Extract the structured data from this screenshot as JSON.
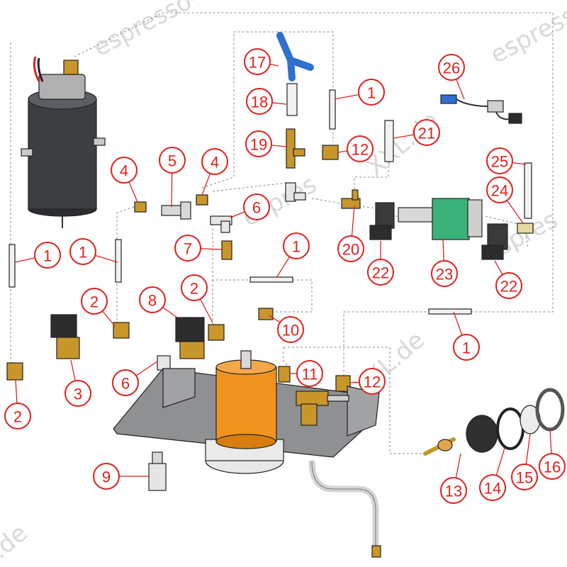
{
  "watermark": {
    "text": "espresso-xxl.de",
    "tokens": [
      "espresso-",
      "espresso",
      "XXL.de",
      "espres",
      "XXL.de",
      ".de",
      "espres",
      "espre"
    ]
  },
  "callouts": [
    {
      "id": "c17",
      "label": "17"
    },
    {
      "id": "c1a",
      "label": "1"
    },
    {
      "id": "c26",
      "label": "26"
    },
    {
      "id": "c18",
      "label": "18"
    },
    {
      "id": "c21",
      "label": "21"
    },
    {
      "id": "c19",
      "label": "19"
    },
    {
      "id": "c12a",
      "label": "12"
    },
    {
      "id": "c25",
      "label": "25"
    },
    {
      "id": "c4a",
      "label": "4"
    },
    {
      "id": "c5",
      "label": "5"
    },
    {
      "id": "c4b",
      "label": "4"
    },
    {
      "id": "c6a",
      "label": "6"
    },
    {
      "id": "c24",
      "label": "24"
    },
    {
      "id": "c20",
      "label": "20"
    },
    {
      "id": "c7",
      "label": "7"
    },
    {
      "id": "c1b",
      "label": "1"
    },
    {
      "id": "c1c",
      "label": "1"
    },
    {
      "id": "c1d",
      "label": "1"
    },
    {
      "id": "c22a",
      "label": "22"
    },
    {
      "id": "c23",
      "label": "23"
    },
    {
      "id": "c22b",
      "label": "22"
    },
    {
      "id": "c2a",
      "label": "2"
    },
    {
      "id": "c8",
      "label": "8"
    },
    {
      "id": "c2b",
      "label": "2"
    },
    {
      "id": "c10",
      "label": "10"
    },
    {
      "id": "c1e",
      "label": "1"
    },
    {
      "id": "c11",
      "label": "11"
    },
    {
      "id": "c12b",
      "label": "12"
    },
    {
      "id": "c3",
      "label": "3"
    },
    {
      "id": "c6b",
      "label": "6"
    },
    {
      "id": "c2c",
      "label": "2"
    },
    {
      "id": "c9",
      "label": "9"
    },
    {
      "id": "c13",
      "label": "13"
    },
    {
      "id": "c14",
      "label": "14"
    },
    {
      "id": "c15",
      "label": "15"
    },
    {
      "id": "c16",
      "label": "16"
    }
  ],
  "colors": {
    "callout": "#e0201c",
    "boiler": "#3c3f42",
    "pump_coil": "#3bb27a",
    "motor": "#f0931e",
    "brass": "#c8962a",
    "tube_blue": "#2f6fd0",
    "plate": "#8e9092"
  }
}
